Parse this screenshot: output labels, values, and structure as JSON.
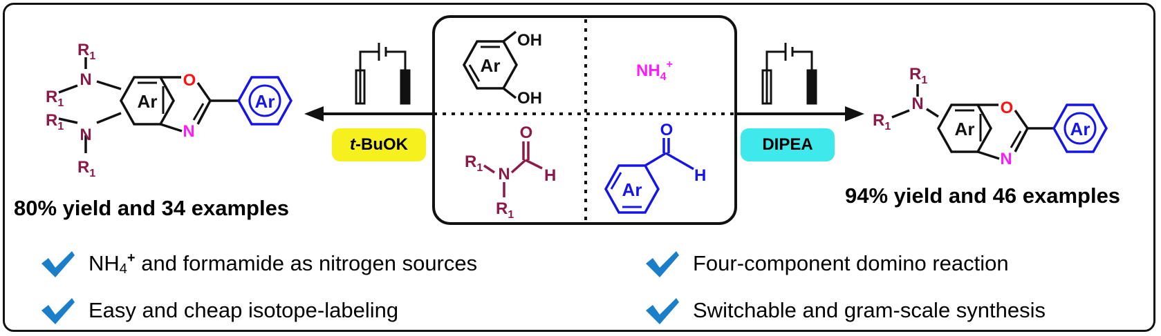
{
  "left_product": {
    "yield_text": "80% yield and 34 examples",
    "ring_label_left": "Ar",
    "ring_label_right": "Ar",
    "substituent_top": "R1",
    "substituent_mid": "R1",
    "substituent_low": "R1",
    "substituent_bottom": "R1",
    "atom_n_amine": "N",
    "atom_o": "O",
    "atom_n_ring": "N"
  },
  "right_product": {
    "yield_text": "94% yield and 46 examples",
    "ring_label_left": "Ar",
    "ring_label_right": "Ar",
    "substituent_top": "R1",
    "substituent_left": "R1",
    "atom_n_amine": "N",
    "atom_o": "O",
    "atom_n_ring": "N"
  },
  "conditions": {
    "left_base": "t-BuOK",
    "left_base_italic": "t",
    "left_base_rest": "-BuOK",
    "right_base": "DIPEA"
  },
  "reagents": {
    "catechol_ring": "Ar",
    "catechol_oh_top": "OH",
    "catechol_oh_bottom": "OH",
    "ammonium": "NH4+",
    "formamide_r_top": "R1",
    "formamide_r_bottom": "R1",
    "formamide_n": "N",
    "formamide_o": "O",
    "formamide_h": "H",
    "aldehyde_ring": "Ar",
    "aldehyde_o": "O",
    "aldehyde_h": "H"
  },
  "features": [
    {
      "text_main": "NH",
      "text_sub": "4",
      "text_sup": "+",
      "text_rest": " and formamide as nitrogen sources"
    },
    {
      "text": "Easy and cheap isotope-labeling"
    },
    {
      "text": "Four-component domino reaction"
    },
    {
      "text": "Switchable and gram-scale synthesis"
    }
  ],
  "colors": {
    "maroon": "#8b1a4a",
    "blue": "#1515e6",
    "magenta": "#ff1aff",
    "red_o": "#ff1010",
    "check": "#1a7fc8",
    "yellow_badge": "#f5f01e",
    "cyan_badge": "#3fe8ea"
  }
}
